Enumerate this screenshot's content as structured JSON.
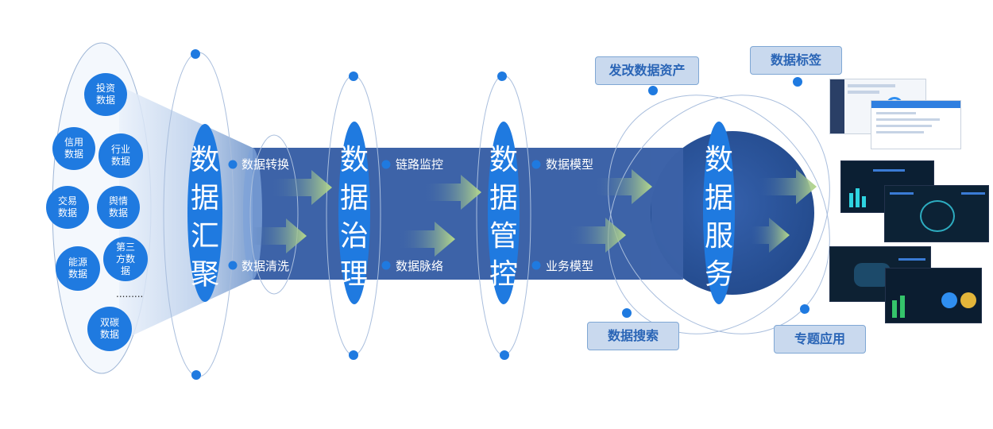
{
  "sources": [
    {
      "label": "投资\n数据"
    },
    {
      "label": "信用\n数据"
    },
    {
      "label": "行业\n数据"
    },
    {
      "label": "交易\n数据"
    },
    {
      "label": "舆情\n数据"
    },
    {
      "label": "能源\n数据"
    },
    {
      "label": "第三\n方数\n据"
    },
    {
      "label": "双碳\n数据"
    }
  ],
  "sources_ellipsis": ".........",
  "stages": [
    {
      "label": "数\n据\n汇\n聚",
      "items": [
        "数据转换",
        "数据清洗"
      ]
    },
    {
      "label": "数\n据\n治\n理",
      "items": [
        "链路监控",
        "数据脉络"
      ]
    },
    {
      "label": "数\n据\n管\n控",
      "items": [
        "数据模型",
        "业务模型"
      ]
    },
    {
      "label": "数\n据\n服\n务",
      "items": []
    }
  ],
  "outputs": {
    "asset": "发改数据资产",
    "search": "数据搜索",
    "tags": "数据标签",
    "topic": "专题应用"
  },
  "colors": {
    "pipe": "#3d63a8",
    "sphere": "#2c57a0",
    "accent": "#1f7ae0",
    "arrow": "#b6d98a"
  }
}
